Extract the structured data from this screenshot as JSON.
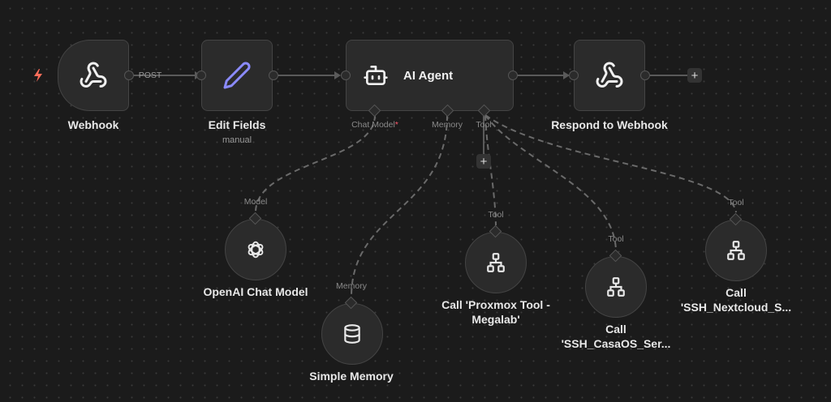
{
  "nodes": {
    "webhook": {
      "label": "Webhook",
      "icon": "webhook-icon"
    },
    "edit_fields": {
      "label": "Edit Fields",
      "subtitle": "manual",
      "icon": "pencil-icon"
    },
    "ai_agent": {
      "label": "AI Agent",
      "icon": "robot-icon",
      "ports": {
        "chat_model": "Chat Model",
        "chat_model_required": "*",
        "memory": "Memory",
        "tool": "Tool"
      }
    },
    "respond": {
      "label": "Respond to Webhook",
      "icon": "webhook-icon"
    },
    "openai": {
      "label": "OpenAI Chat Model",
      "port": "Model",
      "icon": "openai-icon"
    },
    "memory": {
      "label": "Simple Memory",
      "port": "Memory",
      "icon": "database-icon"
    },
    "proxmox": {
      "label_line1": "Call 'Proxmox Tool -",
      "label_line2": "Megalab'",
      "port": "Tool",
      "icon": "workflow-icon"
    },
    "casaos": {
      "label_line1": "Call",
      "label_line2": "'SSH_CasaOS_Ser...",
      "port": "Tool",
      "icon": "workflow-icon"
    },
    "nextcloud": {
      "label_line1": "Call",
      "label_line2": "'SSH_Nextcloud_S...",
      "port": "Tool",
      "icon": "workflow-icon"
    }
  },
  "connections": {
    "webhook_to_edit": "POST"
  },
  "buttons": {
    "add": "+"
  },
  "colors": {
    "trigger": "#ff6d5a",
    "pencil": "#8b8bff",
    "required": "#ff5a6e"
  }
}
